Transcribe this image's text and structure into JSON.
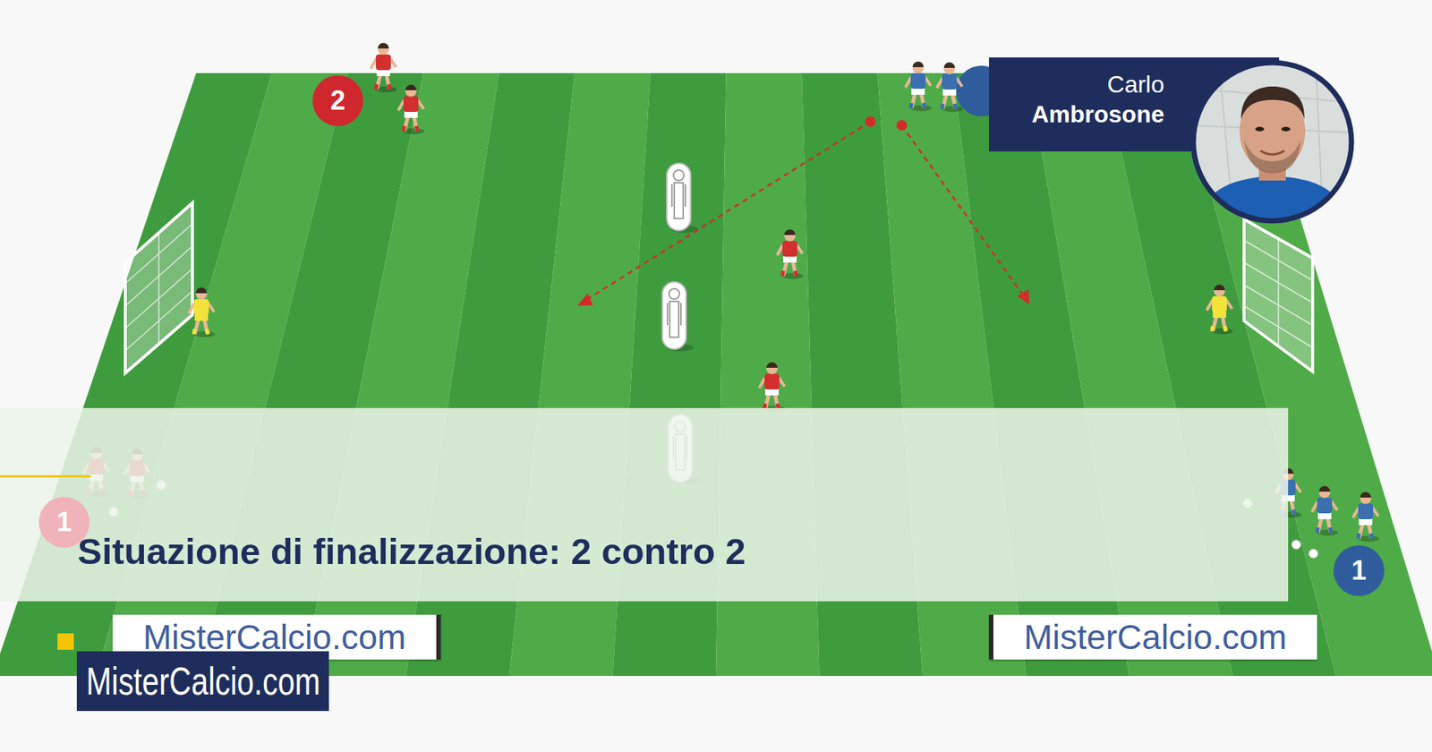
{
  "diagram": {
    "title": "Situazione di finalizzazione: 2 contro 2",
    "nodes": [
      {
        "text": [
          "2"
        ]
      },
      {
        "text": [
          "Carlo",
          "Ambrosone"
        ]
      },
      {
        "text": [
          "1"
        ]
      },
      {
        "text": [
          "1"
        ]
      },
      {
        "text": [
          "MisterCalcio.com"
        ]
      },
      {
        "text": [
          "MisterCalcio.com"
        ]
      },
      {
        "text": [
          "MisterCalcio.com"
        ]
      }
    ]
  }
}
